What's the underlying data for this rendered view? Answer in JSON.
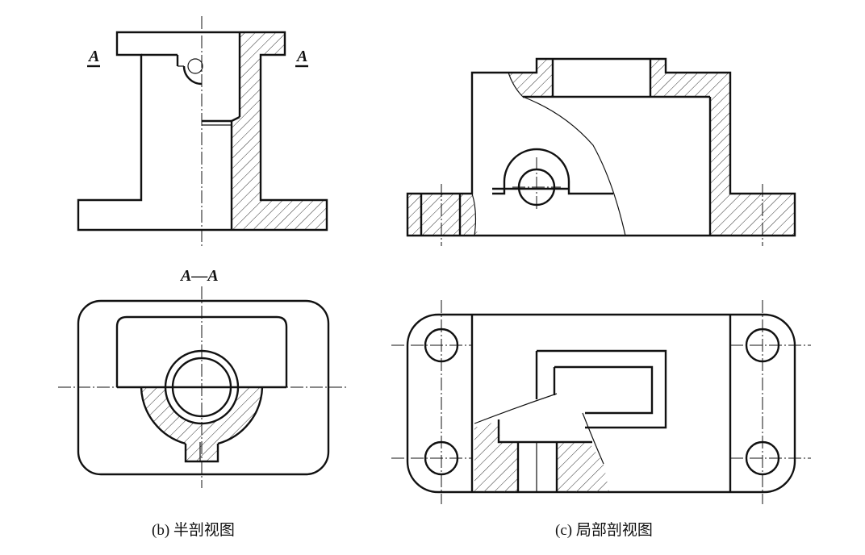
{
  "figure_b": {
    "caption": "(b) 半剖视图",
    "section_mark_left": "A",
    "section_mark_right": "A",
    "section_label": "A—A"
  },
  "figure_c": {
    "caption": "(c) 局部剖视图"
  },
  "colors": {
    "line": "#111111",
    "background": "#ffffff"
  }
}
